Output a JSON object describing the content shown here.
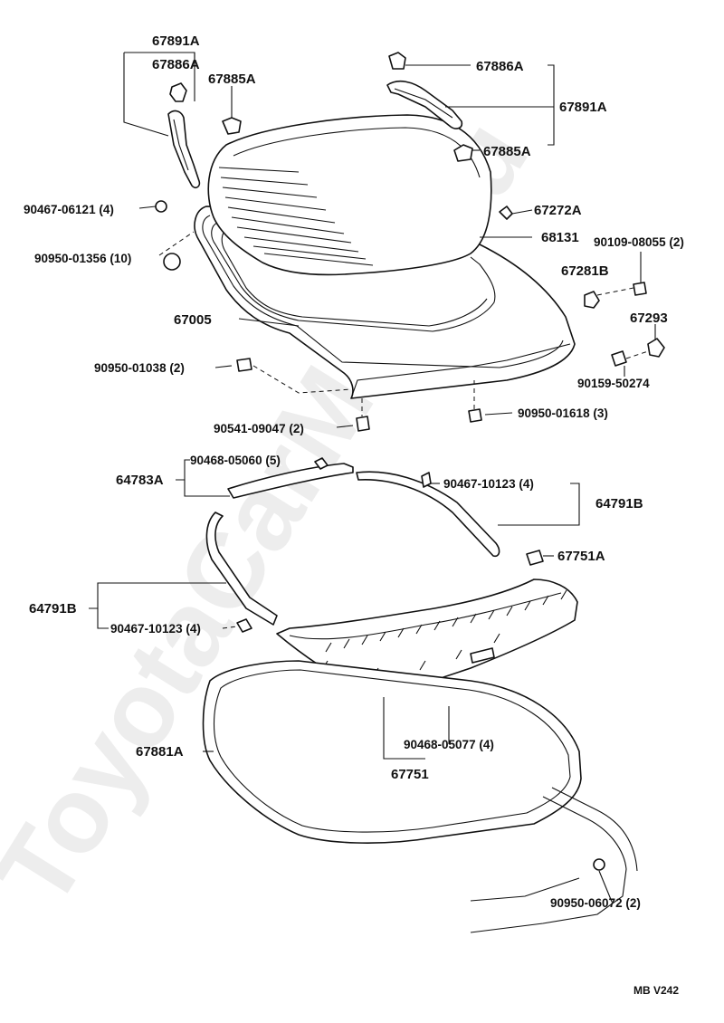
{
  "watermark": "ToyotaCarMine.ru",
  "diagram_code": "MB V242",
  "labels": {
    "p67891A_l": "67891A",
    "p67886A_l": "67886A",
    "p67885A_l": "67885A",
    "p67886A_r": "67886A",
    "p67891A_r": "67891A",
    "p67885A_r": "67885A",
    "p90467_06121": "90467-06121 (4)",
    "p90950_01356": "90950-01356 (10)",
    "p67272A": "67272A",
    "p68131": "68131",
    "p90109_08055": "90109-08055 (2)",
    "p67281B": "67281B",
    "p67005": "67005",
    "p67293": "67293",
    "p90950_01038": "90950-01038 (2)",
    "p90159_50274": "90159-50274",
    "p90541_09047": "90541-09047 (2)",
    "p90950_01618": "90950-01618 (3)",
    "p90468_05060": "90468-05060 (5)",
    "p64783A": "64783A",
    "p90467_10123_r": "90467-10123 (4)",
    "p64791B_r": "64791B",
    "p67751A": "67751A",
    "p64791B_l": "64791B",
    "p90467_10123_l": "90467-10123 (4)",
    "p90468_05077": "90468-05077 (4)",
    "p67881A": "67881A",
    "p67751": "67751",
    "p90950_06072": "90950-06072 (2)"
  }
}
